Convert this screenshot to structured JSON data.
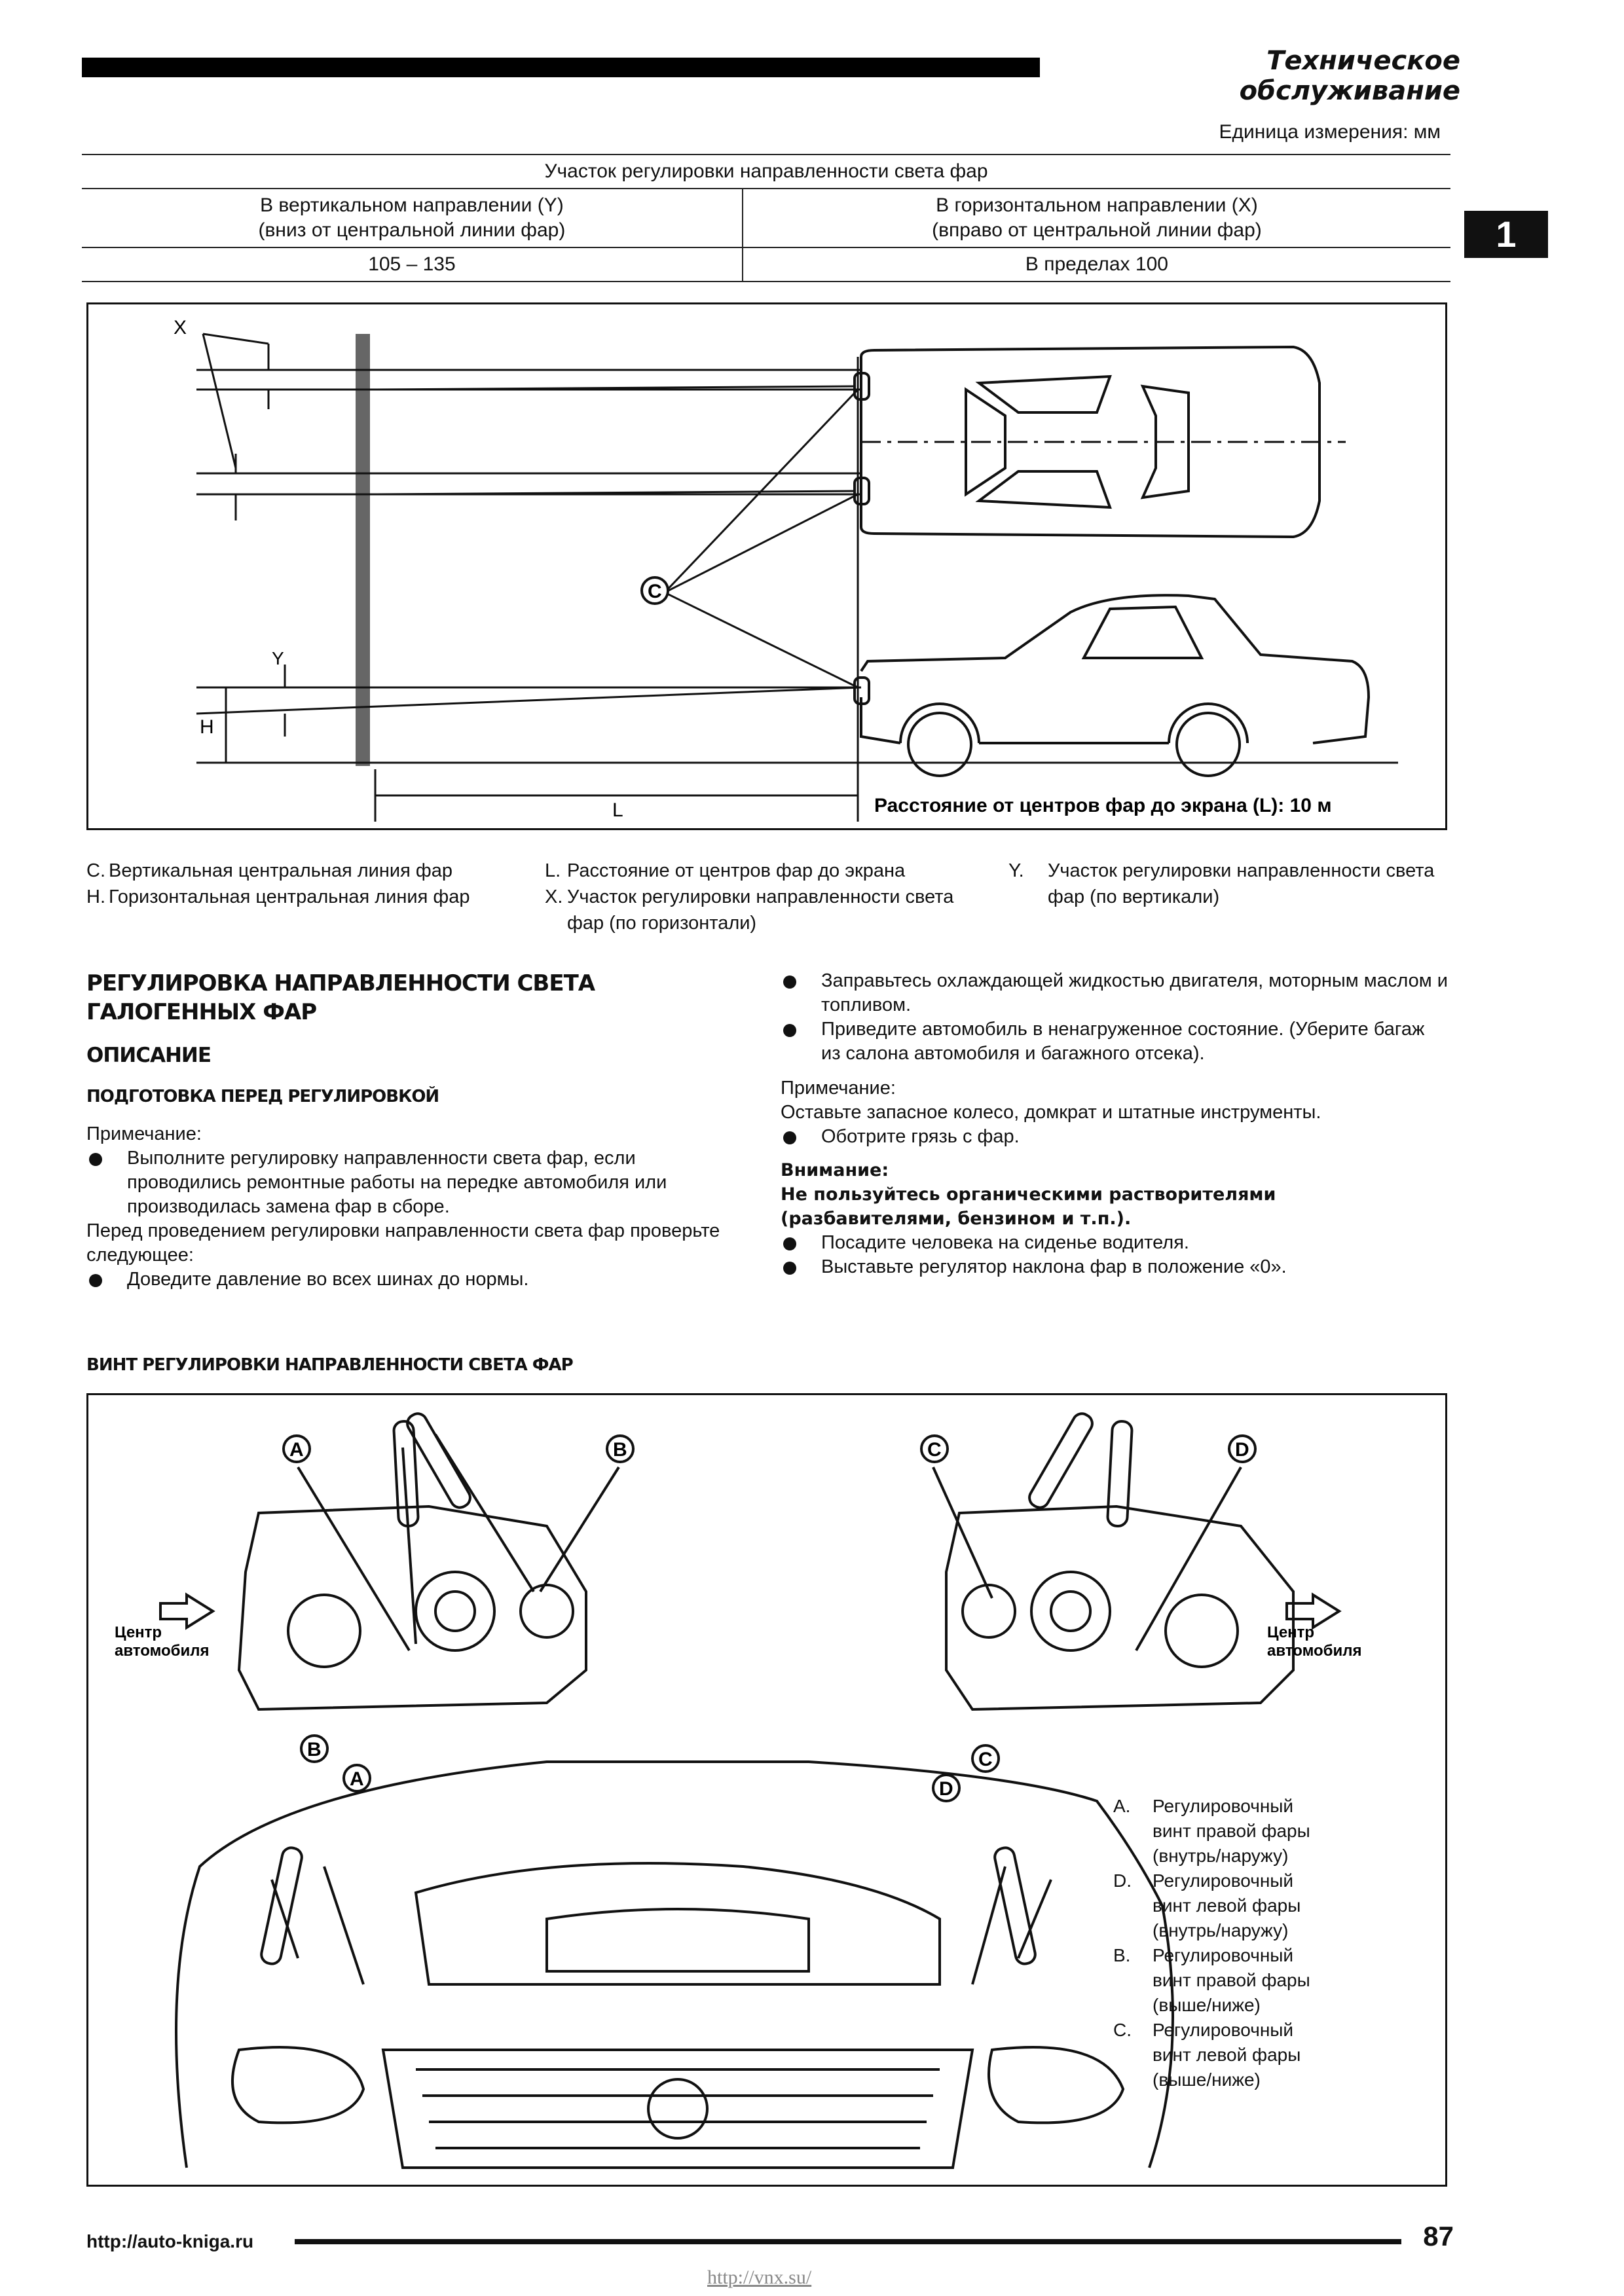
{
  "header": {
    "title": "Техническое обслуживание",
    "unit": "Единица измерения: мм",
    "tab": "1"
  },
  "table": {
    "title": "Участок регулировки направленности света фар",
    "col1_l1": "В вертикальном направлении (Y)",
    "col1_l2": "(вниз от центральной линии фар)",
    "col2_l1": "В горизонтальном направлении (X)",
    "col2_l2": "(вправо от центральной линии фар)",
    "val1": "105 – 135",
    "val2": "В пределах 100"
  },
  "fig1": {
    "label_x": "X",
    "label_y": "Y",
    "label_h": "H",
    "label_l": "L",
    "label_c": "C",
    "distance_caption": "Расстояние от центров фар до экрана (L): 10 м"
  },
  "legend": {
    "c_key": "C.",
    "c_text": "Вертикальная центральная линия фар",
    "h_key": "H.",
    "h_text": "Горизонтальная центральная линия фар",
    "l_key": "L.",
    "l_text": "Расстояние от центров фар до экрана",
    "x_key": "X.",
    "x_text": "Участок регулировки направленности света фар (по горизонтали)",
    "y_key": "Y.",
    "y_text": "Участок регулировки направленности света фар (по вертикали)"
  },
  "section": {
    "heading": "РЕГУЛИРОВКА НАПРАВЛЕННОСТИ СВЕТА ГАЛОГЕННЫХ ФАР",
    "sub": "ОПИСАНИЕ",
    "subsub": "ПОДГОТОВКА ПЕРЕД РЕГУЛИРОВКОЙ",
    "note1": "Примечание:",
    "b1": "Выполните регулировку направленности света фар, если проводились ремонтные работы на передке автомобиля или производилась замена фар в сборе.",
    "p1": "Перед проведением регулировки направленности света фар проверьте следующее:",
    "b2": "Доведите давление во всех шинах до нормы.",
    "b3": "Заправьтесь охлаждающей жидкостью двигателя, моторным маслом и топливом.",
    "b4": "Приведите автомобиль в ненагруженное состояние. (Уберите багаж из салона автомобиля и багажного отсека).",
    "note2": "Примечание:",
    "p2": "Оставьте запасное колесо, домкрат и штатные инструменты.",
    "b5": "Оботрите грязь с фар.",
    "warn_title": "Внимание:",
    "warn_text": "Не пользуйтесь органическими растворителями (разбавителями, бензином и т.п.).",
    "b6": "Посадите человека на сиденье водителя.",
    "b7": "Выставьте регулятор наклона фар в положение «0».",
    "fig2_title": "ВИНТ РЕГУЛИРОВКИ НАПРАВЛЕННОСТИ СВЕТА ФАР"
  },
  "fig2": {
    "center_l1": "Центр",
    "center_l2": "автомобиля",
    "A": "A",
    "B": "B",
    "C": "C",
    "D": "D",
    "legend": [
      {
        "key": "A.",
        "text": [
          "Регулировочный",
          "винт правой фары",
          "(внутрь/наружу)"
        ]
      },
      {
        "key": "D.",
        "text": [
          "Регулировочный",
          "винт левой фары",
          "(внутрь/наружу)"
        ]
      },
      {
        "key": "B.",
        "text": [
          "Регулировочный",
          "винт правой фары",
          "(выше/ниже)"
        ]
      },
      {
        "key": "C.",
        "text": [
          "Регулировочный",
          "винт левой фары",
          "(выше/ниже)"
        ]
      }
    ]
  },
  "footer": {
    "url": "http://auto-kniga.ru",
    "page": "87",
    "watermark": "http://vnx.su/"
  }
}
